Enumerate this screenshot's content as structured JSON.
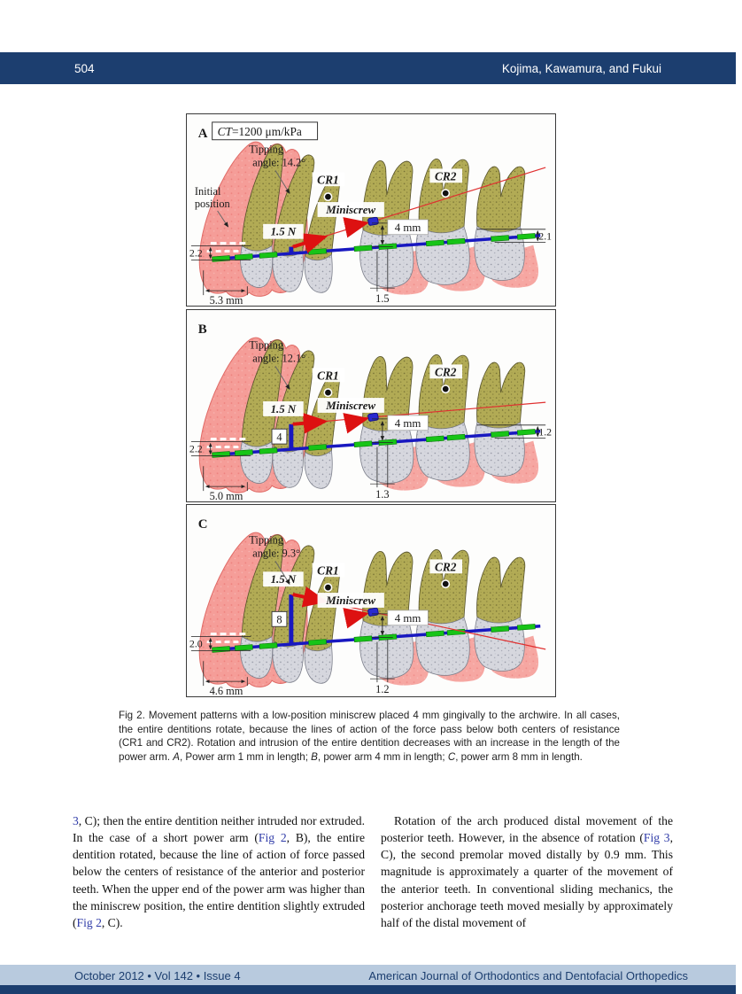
{
  "header": {
    "page_number": "504",
    "authors": "Kojima, Kawamura, and Fukui"
  },
  "footer": {
    "issue": "October 2012 • Vol 142 • Issue 4",
    "journal": "American Journal of Orthodontics and Dentofacial Orthopedics"
  },
  "figure": {
    "caption_segments": [
      {
        "t": "Fig 2.  Movement patterns with a low-position miniscrew placed 4 mm gingivally to the archwire. In all cases, the entire dentitions rotate, because the lines of action of the force pass below both centers of resistance (CR1 and CR2). Rotation and intrusion of the entire dentition decreases with an increase in the length of the power arm. "
      },
      {
        "t": "A",
        "i": true
      },
      {
        "t": ", Power arm 1 mm in length; "
      },
      {
        "t": "B",
        "i": true
      },
      {
        "t": ", power arm 4 mm in length; "
      },
      {
        "t": "C",
        "i": true
      },
      {
        "t": ", power arm 8 mm in length."
      }
    ],
    "panels": [
      {
        "label": "A",
        "ct_italic": "CT",
        "ct_rest": "=1200 μm/kPa",
        "tipping1": "Tipping",
        "tipping2": "angle: 14.2°",
        "initial1": "Initial",
        "initial2": "position",
        "cr1": "CR1",
        "cr2": "CR2",
        "miniscrew": "Miniscrew",
        "force": "1.5 N",
        "gap": "4 mm",
        "left_val": "2.2",
        "right_val": "2.1",
        "bottom_left": "5.3 mm",
        "bottom_mid": "1.5",
        "arm_label": "",
        "arm_mm": 1
      },
      {
        "label": "B",
        "tipping1": "Tipping",
        "tipping2": "angle: 12.1°",
        "cr1": "CR1",
        "cr2": "CR2",
        "miniscrew": "Miniscrew",
        "force": "1.5 N",
        "gap": "4 mm",
        "left_val": "2.2",
        "right_val": "1.2",
        "bottom_left": "5.0 mm",
        "bottom_mid": "1.3",
        "arm_label": "4",
        "arm_mm": 4
      },
      {
        "label": "C",
        "tipping1": "Tipping",
        "tipping2": "angle: 9.3°",
        "cr1": "CR1",
        "cr2": "CR2",
        "miniscrew": "Miniscrew",
        "force": "1.5 N",
        "gap": "4 mm",
        "left_val": "2.0",
        "right_val": "",
        "bottom_left": "4.6 mm",
        "bottom_mid": "1.2",
        "arm_label": "8",
        "arm_mm": 8
      }
    ]
  },
  "body": {
    "left_segments": [
      {
        "t": "3",
        "link": true
      },
      {
        "t": ", C); then the entire dentition neither intruded nor extruded. In the case of a short power arm ("
      },
      {
        "t": "Fig 2",
        "link": true
      },
      {
        "t": ", B), the entire dentition rotated, because the line of action of force passed below the centers of resistance of the anterior and posterior teeth. When the upper end of the power arm was higher than the miniscrew position, the entire dentition slightly extruded ("
      },
      {
        "t": "Fig 2",
        "link": true
      },
      {
        "t": ", C)."
      }
    ],
    "right_segments": [
      {
        "t": "Rotation of the arch produced distal movement of the posterior teeth. However, in the absence of rotation ("
      },
      {
        "t": "Fig 3",
        "link": true
      },
      {
        "t": ", C), the second premolar moved distally by 0.9 mm. This magnitude is approximately a quarter of the movement of the anterior teeth. In conventional sliding mechanics, the posterior anchorage teeth moved mesially by approximately half of the distal movement of"
      }
    ]
  }
}
